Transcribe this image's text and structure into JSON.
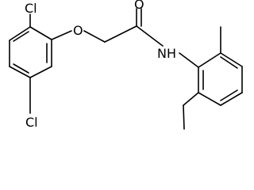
{
  "molecule": {
    "atoms": {
      "cl_top": "Cl",
      "cl_bottom": "Cl",
      "ether_oxygen": "O",
      "carbonyl_oxygen": "O",
      "amide_nitrogen": "NH"
    }
  }
}
